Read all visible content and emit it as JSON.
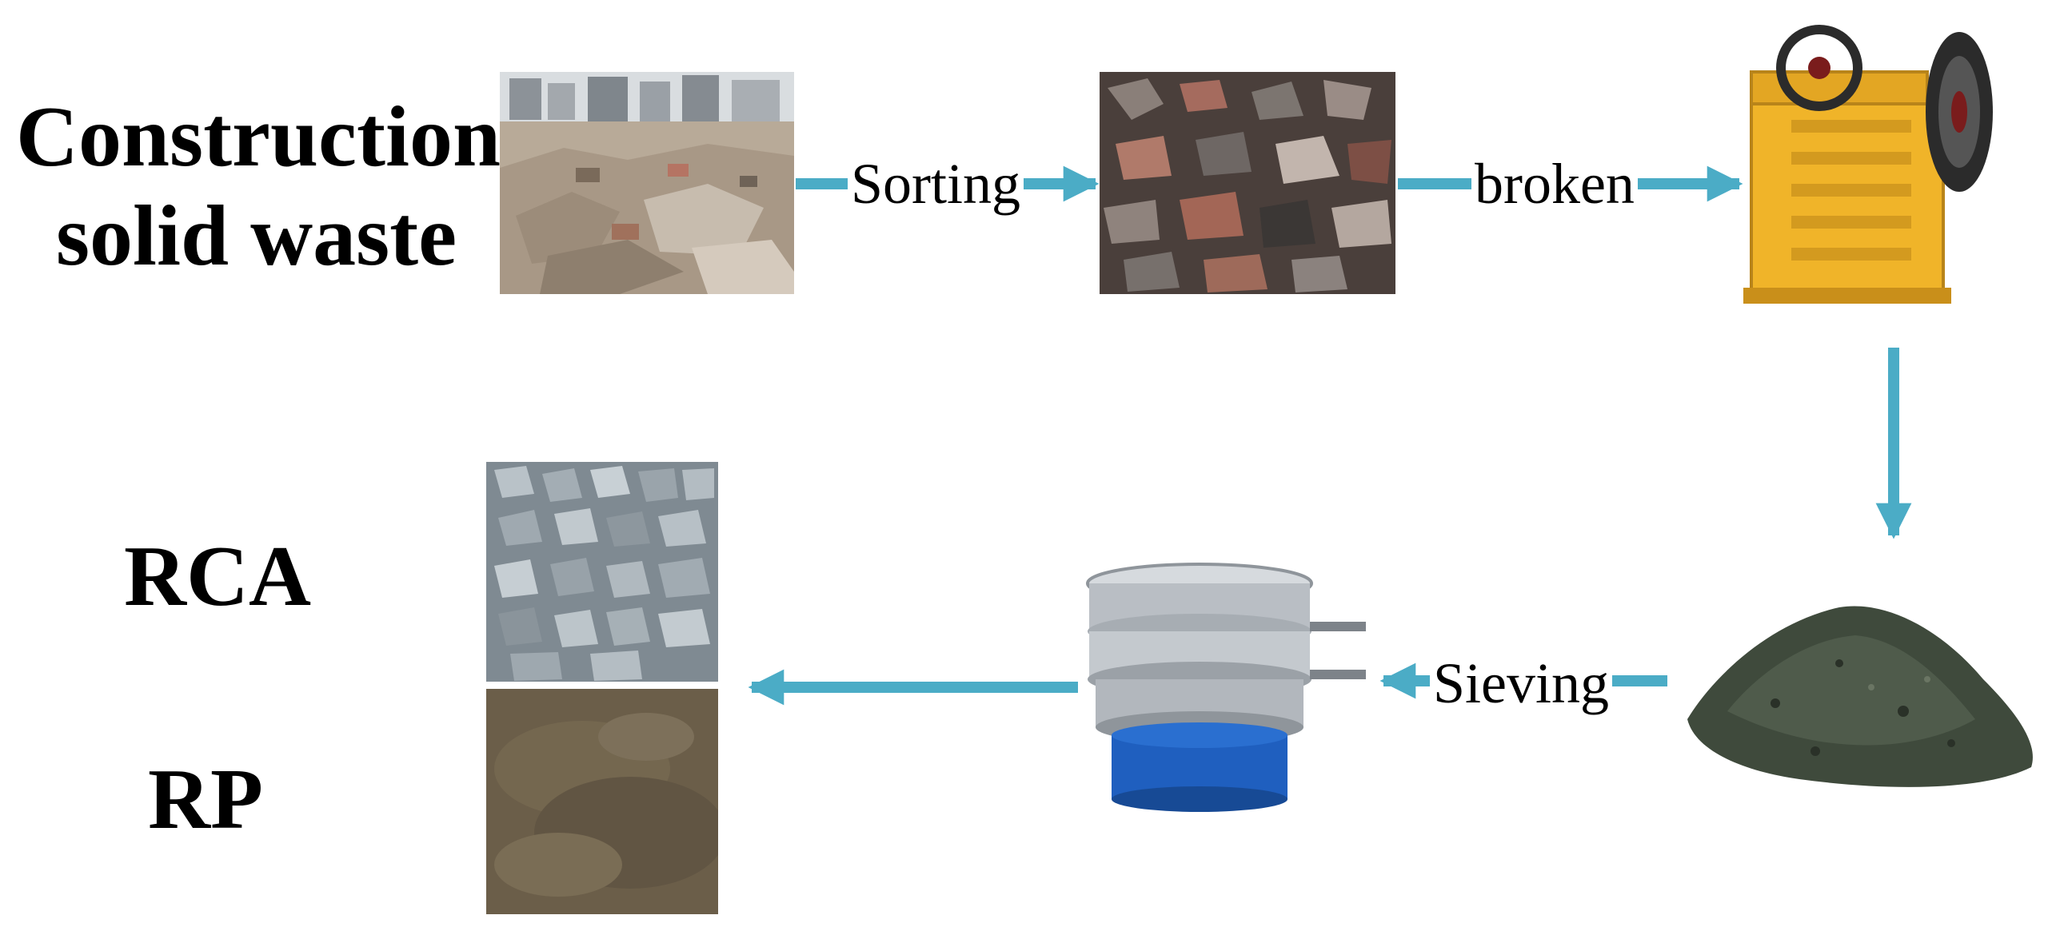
{
  "labels": {
    "source_line1": "Construction",
    "source_line2": "solid waste",
    "rca": "RCA",
    "rp": "RP"
  },
  "steps": {
    "sorting": "Sorting",
    "broken": "broken",
    "sieving": "Sieving"
  },
  "colors": {
    "arrow": "#4bacc6",
    "crusher_yellow": "#f0b429",
    "sieve_blue": "#1f5fbf",
    "steel": "#b9bec4",
    "gravel": "#3f4a3c",
    "powder": "#6b5e49"
  },
  "icons": {
    "site_photo": "demolition-site-image",
    "rubble_photo": "sorted-rubble-image",
    "crusher": "jaw-crusher-image",
    "crushed_pile": "crushed-aggregate-pile-image",
    "sieve": "vibrating-sieve-image",
    "rca_photo": "recycled-coarse-aggregate-image",
    "rp_photo": "recycled-powder-image"
  }
}
